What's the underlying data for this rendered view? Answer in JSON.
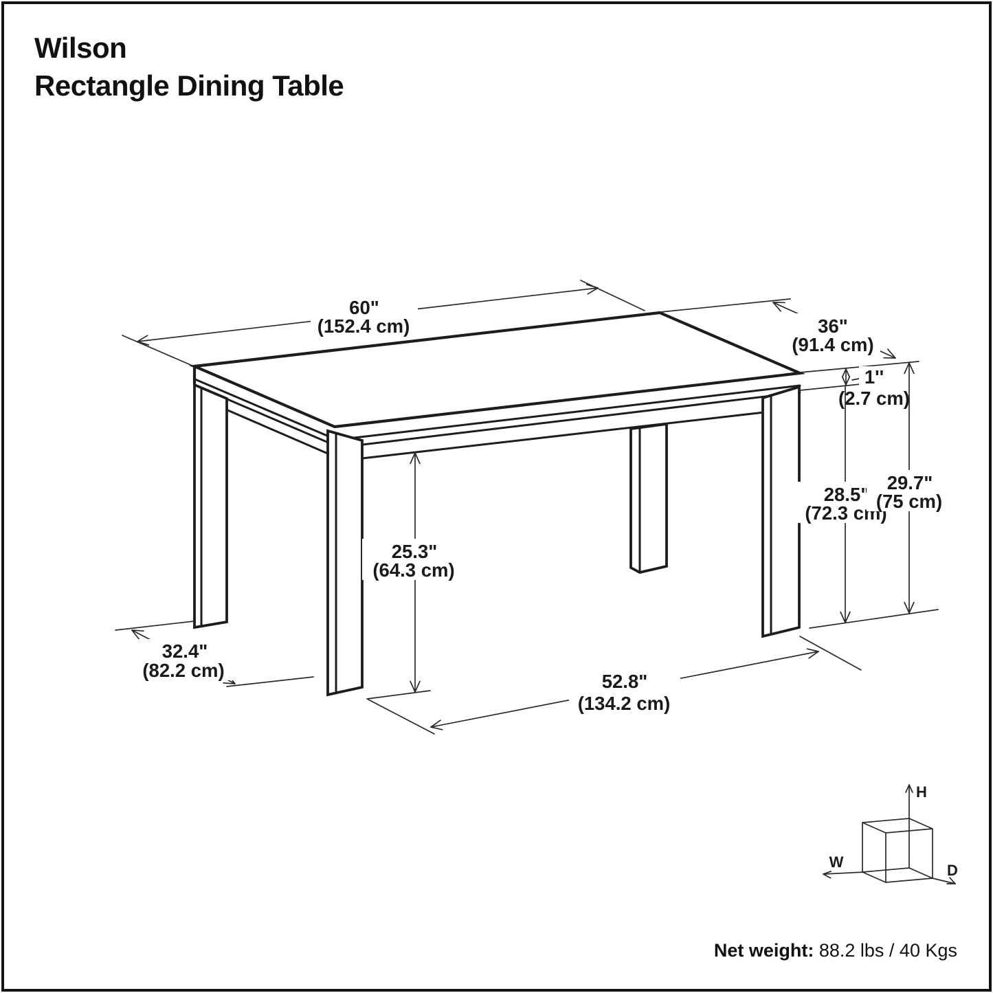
{
  "title": {
    "line1": "Wilson",
    "line2": "Rectangle Dining Table"
  },
  "dimensions": {
    "top_length": {
      "in": "60\"",
      "cm": "(152.4 cm)"
    },
    "top_depth": {
      "in": "36\"",
      "cm": "(91.4 cm)"
    },
    "top_thickness": {
      "in": "1''",
      "cm": "(2.7 cm)"
    },
    "apron_clearance": {
      "in": "25.3\"",
      "cm": "(64.3 cm)"
    },
    "height_to_apron": {
      "in": "28.5\"",
      "cm": "(72.3 cm)"
    },
    "overall_height": {
      "in": "29.7\"",
      "cm": "(75 cm)"
    },
    "leg_spacing_depth": {
      "in": "32.4\"",
      "cm": "(82.2 cm)"
    },
    "leg_spacing_length": {
      "in": "52.8\"",
      "cm": "(134.2 cm)"
    }
  },
  "axis_cube": {
    "h": "H",
    "w": "W",
    "d": "D"
  },
  "net_weight": {
    "label": "Net weight:",
    "value": "88.2 lbs / 40 Kgs"
  },
  "colors": {
    "line": "#1d1d1d",
    "dimension_line": "#2a2a2a",
    "background": "#ffffff"
  }
}
